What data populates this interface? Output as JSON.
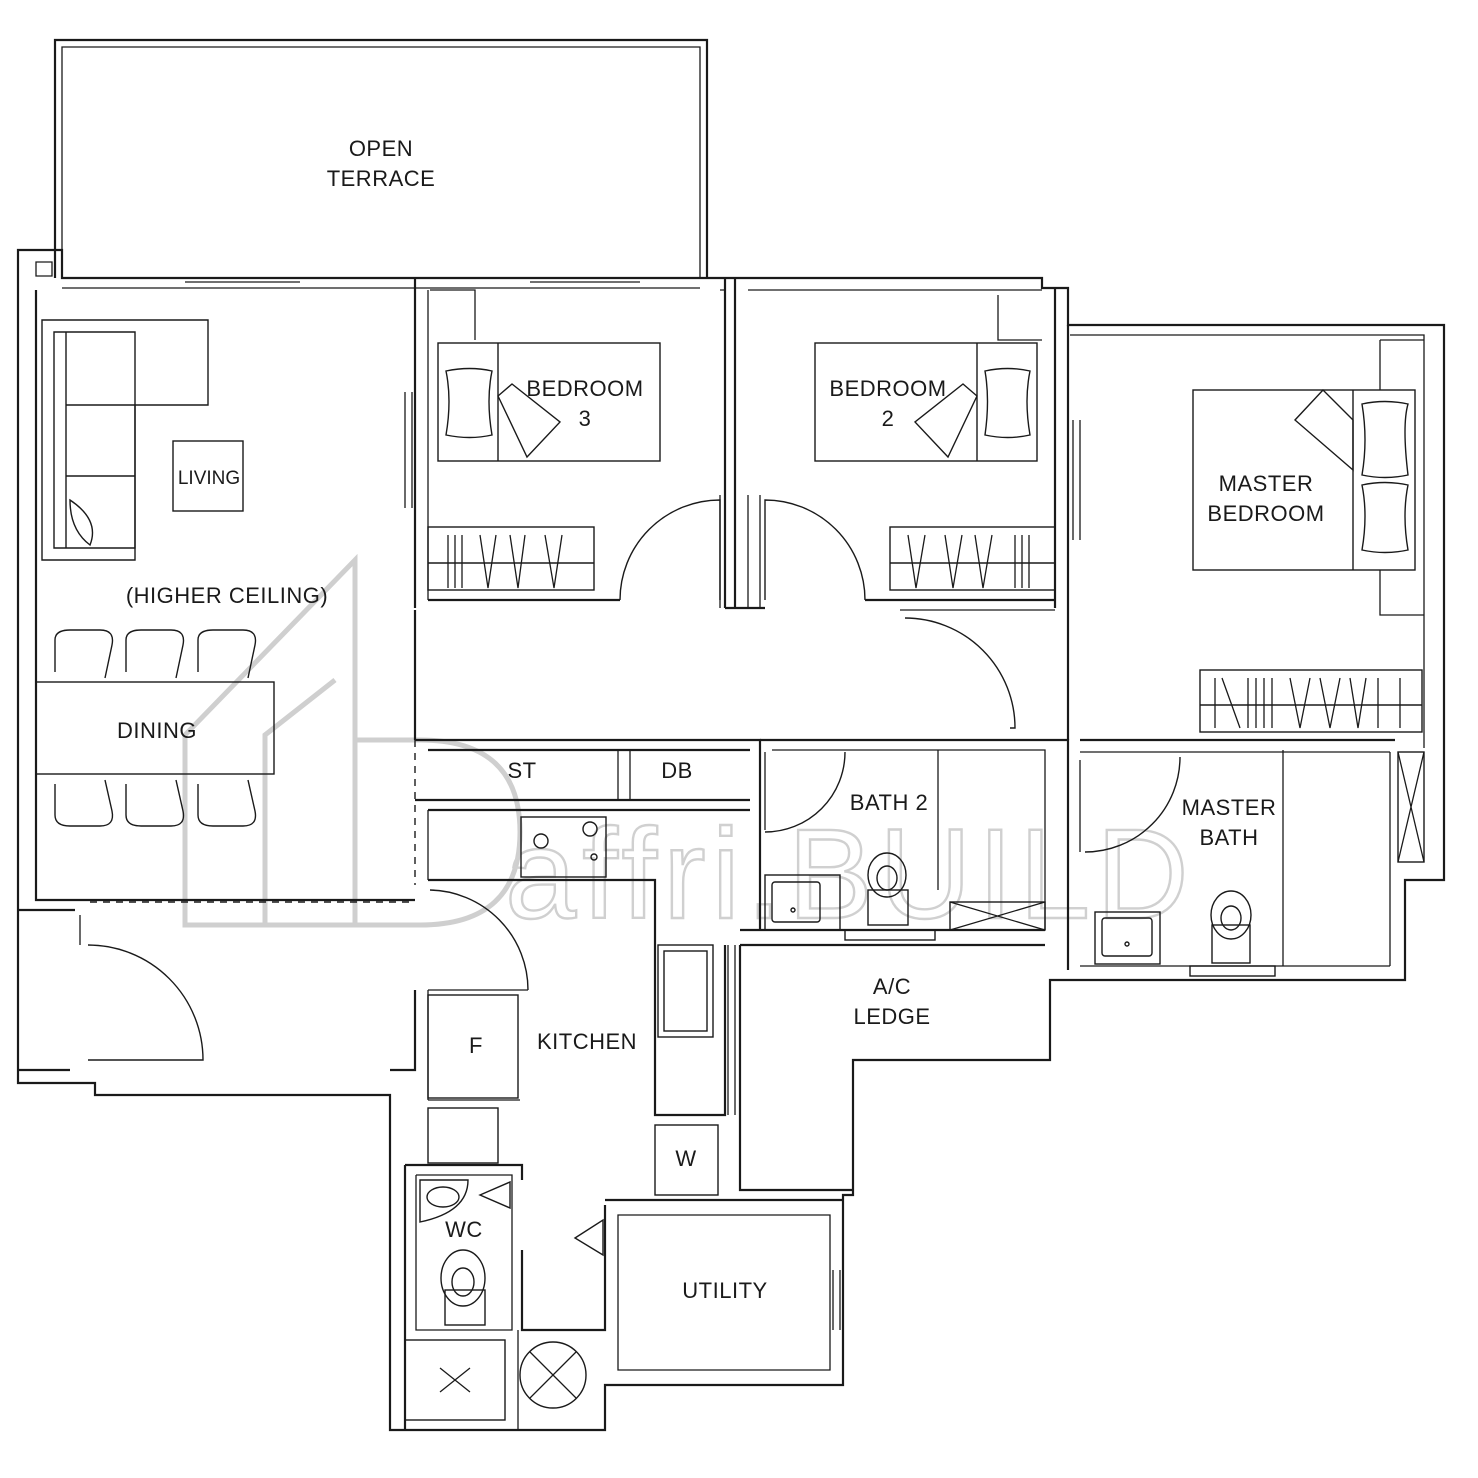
{
  "rooms": {
    "open_terrace": [
      "OPEN",
      "TERRACE"
    ],
    "bedroom_3": [
      "BEDROOM",
      "3"
    ],
    "bedroom_2": [
      "BEDROOM",
      "2"
    ],
    "master_bedroom": [
      "MASTER",
      "BEDROOM"
    ],
    "living": "LIVING",
    "higher_ceiling": "(HIGHER CEILING)",
    "dining": "DINING",
    "store": "ST",
    "db": "DB",
    "bath_2": "BATH 2",
    "master_bath": [
      "MASTER",
      "BATH"
    ],
    "kitchen": "KITCHEN",
    "fridge": "F",
    "washer": "W",
    "ac_ledge": [
      "A/C",
      "LEDGE"
    ],
    "wc": "WC",
    "utility": "UTILITY"
  },
  "watermark": "affri.BUILD"
}
